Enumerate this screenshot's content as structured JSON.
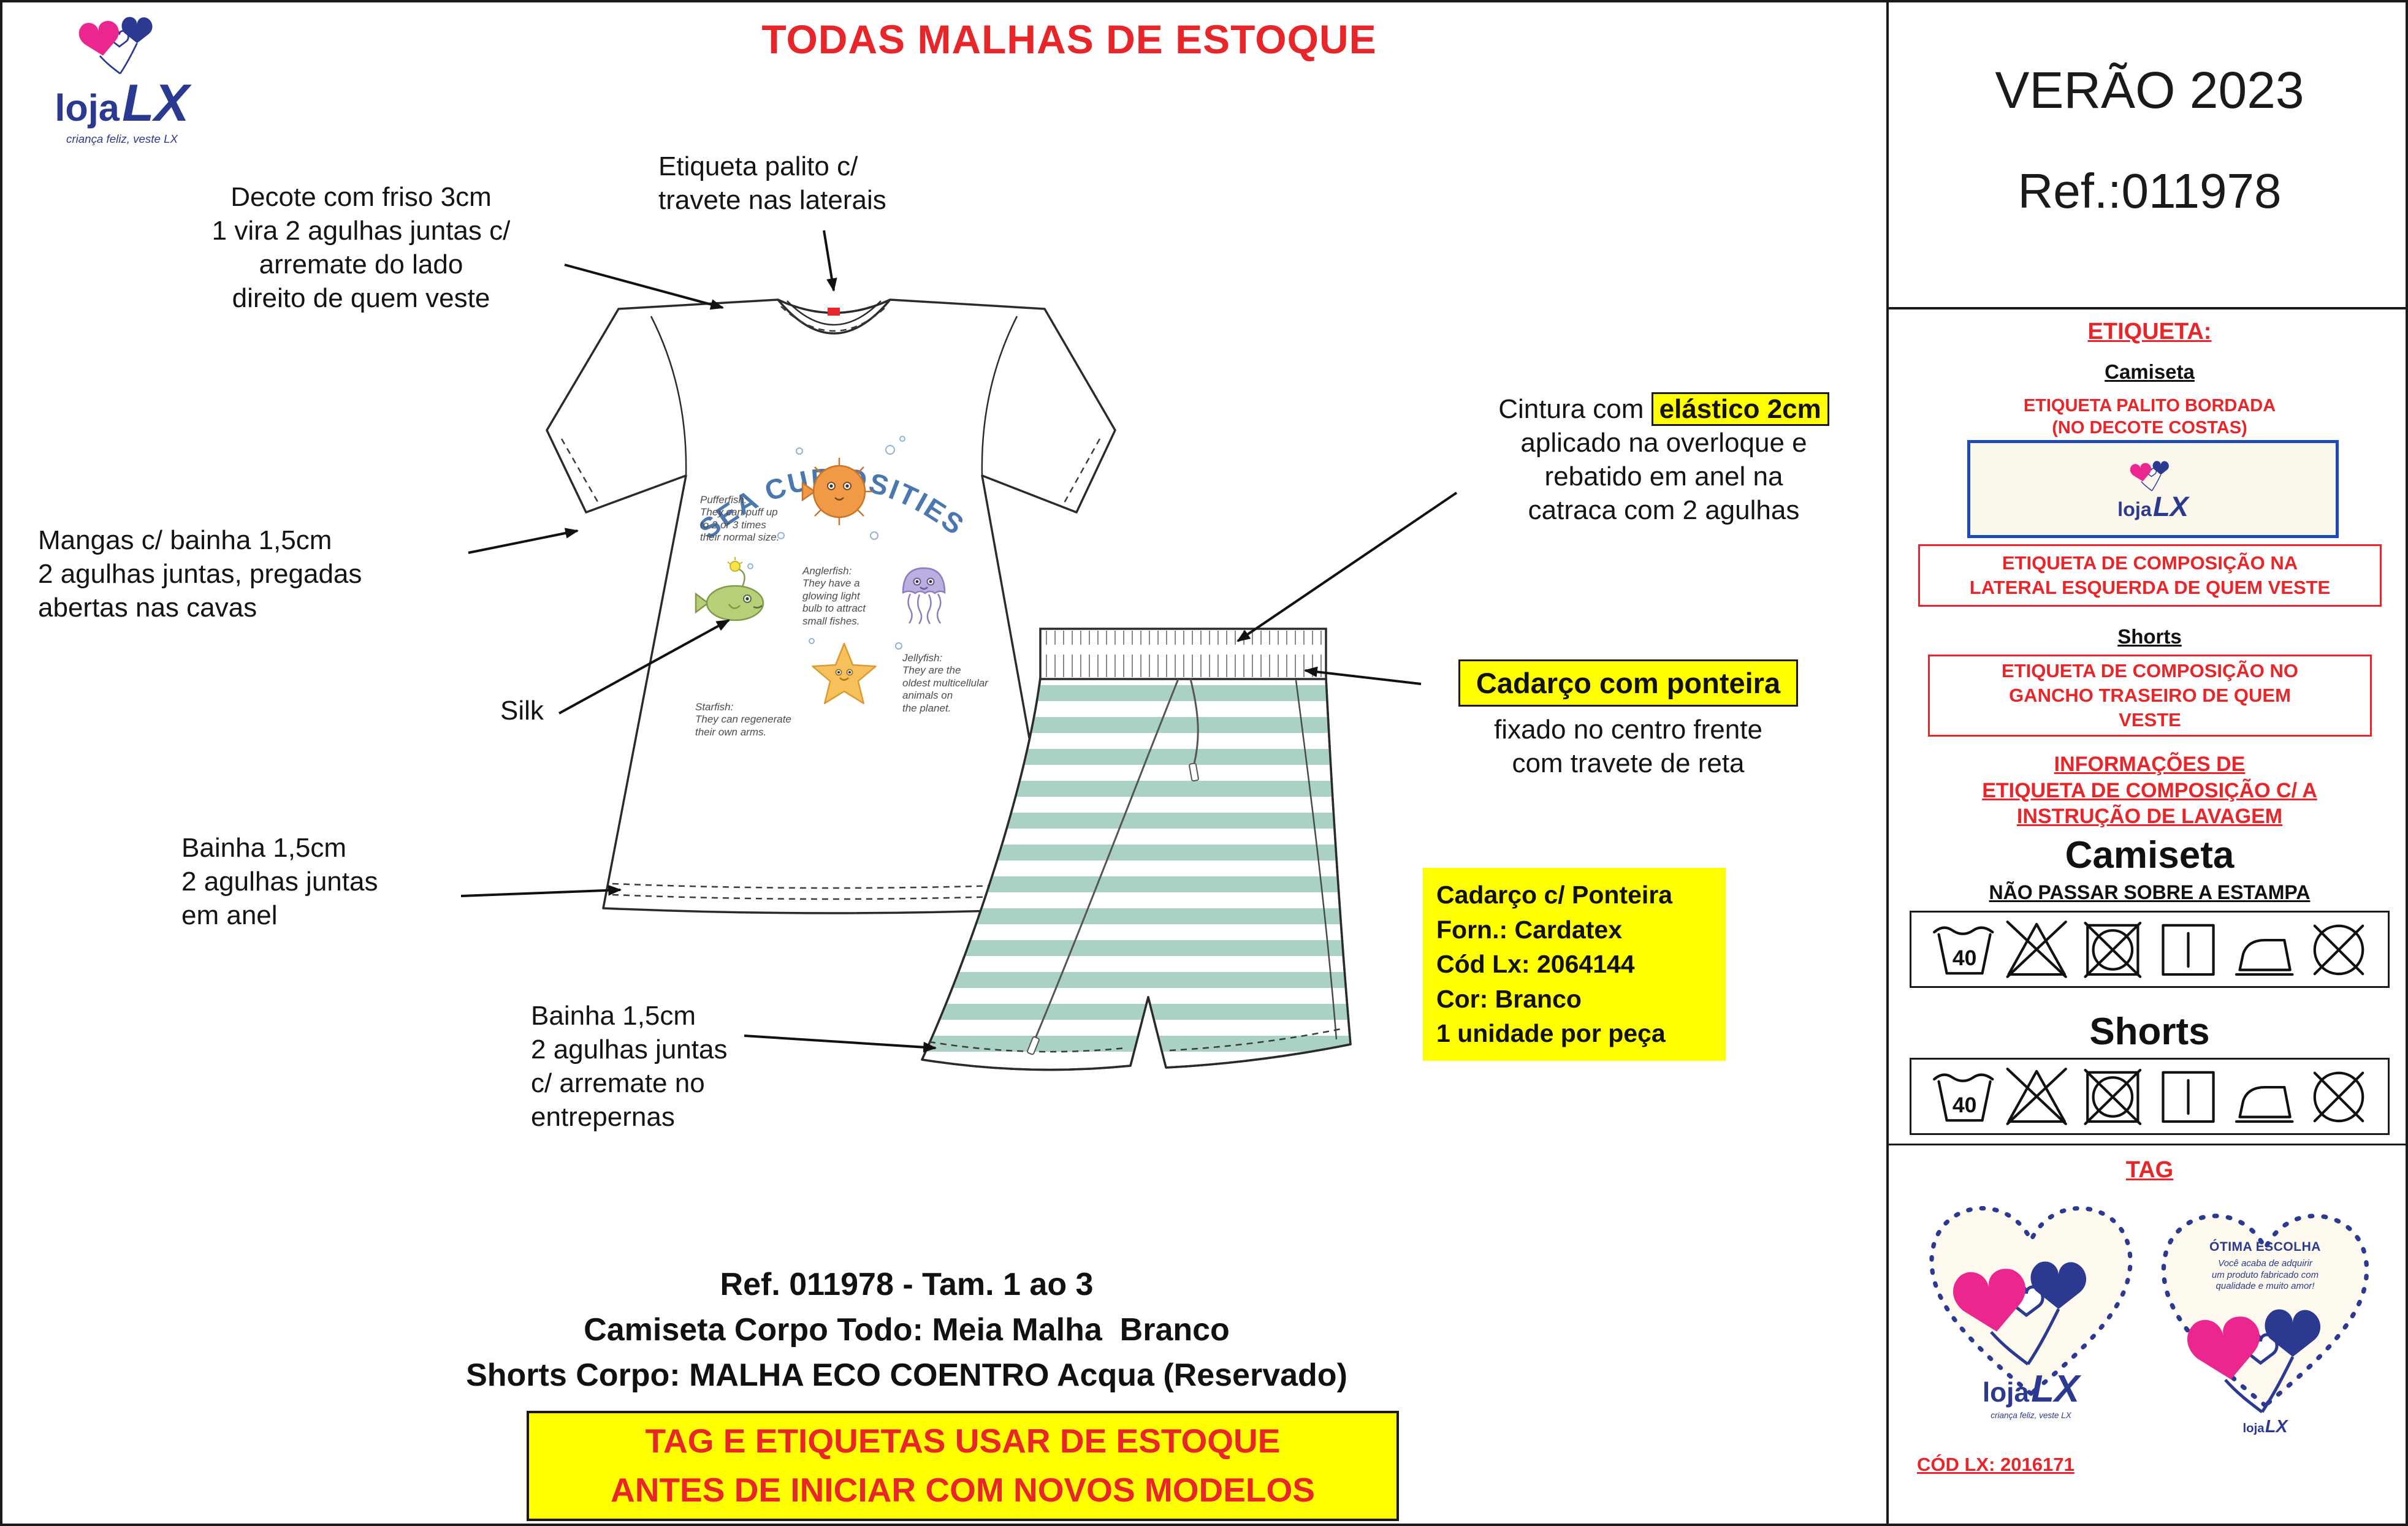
{
  "title": "TODAS MALHAS DE ESTOQUE",
  "logo": {
    "loja": "loja",
    "lx": "LX",
    "tagline": "criança feliz, veste LX"
  },
  "print": {
    "arc_title": "SEA CURIOSITIES",
    "pufferfish": "Pufferfish:\nThey can puff up\nto 2 or 3 times\ntheir normal size.",
    "anglerfish": "Anglerfish:\nThey have a\nglowing light\nbulb to attract\nsmall fishes.",
    "jellyfish": "Jellyfish:\nThey are the\noldest multicellular\nanimals on\nthe planet.",
    "starfish": "Starfish:\nThey can regenerate\ntheir own arms."
  },
  "callouts": {
    "palito": "Etiqueta palito c/\ntravete nas laterais",
    "decote": "Decote com friso 3cm\n1 vira 2 agulhas juntas c/\narremate do lado\ndireito de quem veste",
    "mangas": "Mangas c/ bainha 1,5cm\n2 agulhas juntas, pregadas\nabertas nas cavas",
    "silk": "Silk",
    "bainha_camiseta": "Bainha 1,5cm\n2 agulhas juntas\nem anel",
    "bainha_shorts": "Bainha 1,5cm\n2 agulhas juntas\nc/ arremate no\nentrepernas",
    "cintura_prefix": "Cintura com ",
    "cintura_highlight": "elástico 2cm",
    "cintura_rest": "aplicado na overloque e\nrebatido em anel na\ncatraca com 2 agulhas",
    "cadarco_highlight": "Cadarço com ponteira",
    "cadarco_rest": "fixado no centro frente\ncom travete de reta"
  },
  "cadarco_box": "Cadarço c/ Ponteira\nForn.: Cardatex\nCód Lx: 2064144\nCor: Branco\n1 unidade por peça",
  "footer": {
    "line1": "Ref. 011978 - Tam. 1 ao 3",
    "line2": "Camiseta Corpo Todo: Meia Malha  Branco",
    "line3": "Shorts Corpo: MALHA ECO COENTRO Acqua (Reservado)",
    "warning": "TAG E ETIQUETAS USAR DE ESTOQUE\nANTES DE INICIAR COM NOVOS MODELOS"
  },
  "sidebar": {
    "season": "VERÃO 2023",
    "ref": "Ref.:011978",
    "etiqueta_header": "ETIQUETA:",
    "camiseta": "Camiseta",
    "palito_note": "ETIQUETA PALITO BORDADA\n(NO DECOTE COSTAS)",
    "comp_camiseta": "ETIQUETA DE COMPOSIÇÃO NA\nLATERAL ESQUERDA DE QUEM VESTE",
    "shorts": "Shorts",
    "comp_shorts": "ETIQUETA DE COMPOSIÇÃO NO\nGANCHO TRASEIRO DE QUEM\nVESTE",
    "info_lavagem": "INFORMAÇÕES DE\nETIQUETA DE COMPOSIÇÃO C/ A\nINSTRUÇÃO DE LAVAGEM",
    "care_camiseta": "Camiseta",
    "care_note": "NÃO PASSAR SOBRE A ESTAMPA",
    "care_shorts": "Shorts",
    "wash_temp": "40",
    "tag": "TAG",
    "tag_title": "ÓTIMA ESCOLHA",
    "tag_text": "Você acaba de adquirir\num produto fabricado com\nqualidade e muito amor!",
    "cod": "CÓD LX: 2016171"
  },
  "colors": {
    "red": "#e8262a",
    "yellow": "#ffff00",
    "brand_blue": "#2b3990",
    "brand_pink": "#ec268f",
    "stripe_acqua": "#a9d2c4"
  }
}
